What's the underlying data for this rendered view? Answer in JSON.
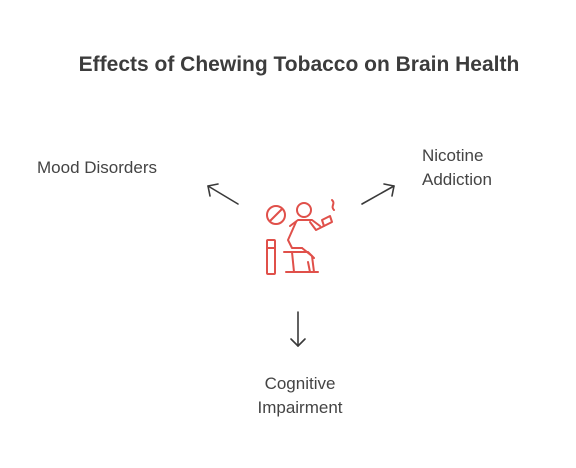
{
  "title": "Effects of Chewing Tobacco on Brain Health",
  "nodes": {
    "mood": "Mood Disorders",
    "nicotine_line1": "Nicotine",
    "nicotine_line2": "Addiction",
    "cognitive_line1": "Cognitive",
    "cognitive_line2": "Impairment"
  },
  "colors": {
    "title": "#3c3c3c",
    "text": "#444444",
    "arrow": "#3a3a3a",
    "icon": "#e0504a"
  },
  "icons": {
    "center": "person-chewing-tobacco-icon"
  }
}
